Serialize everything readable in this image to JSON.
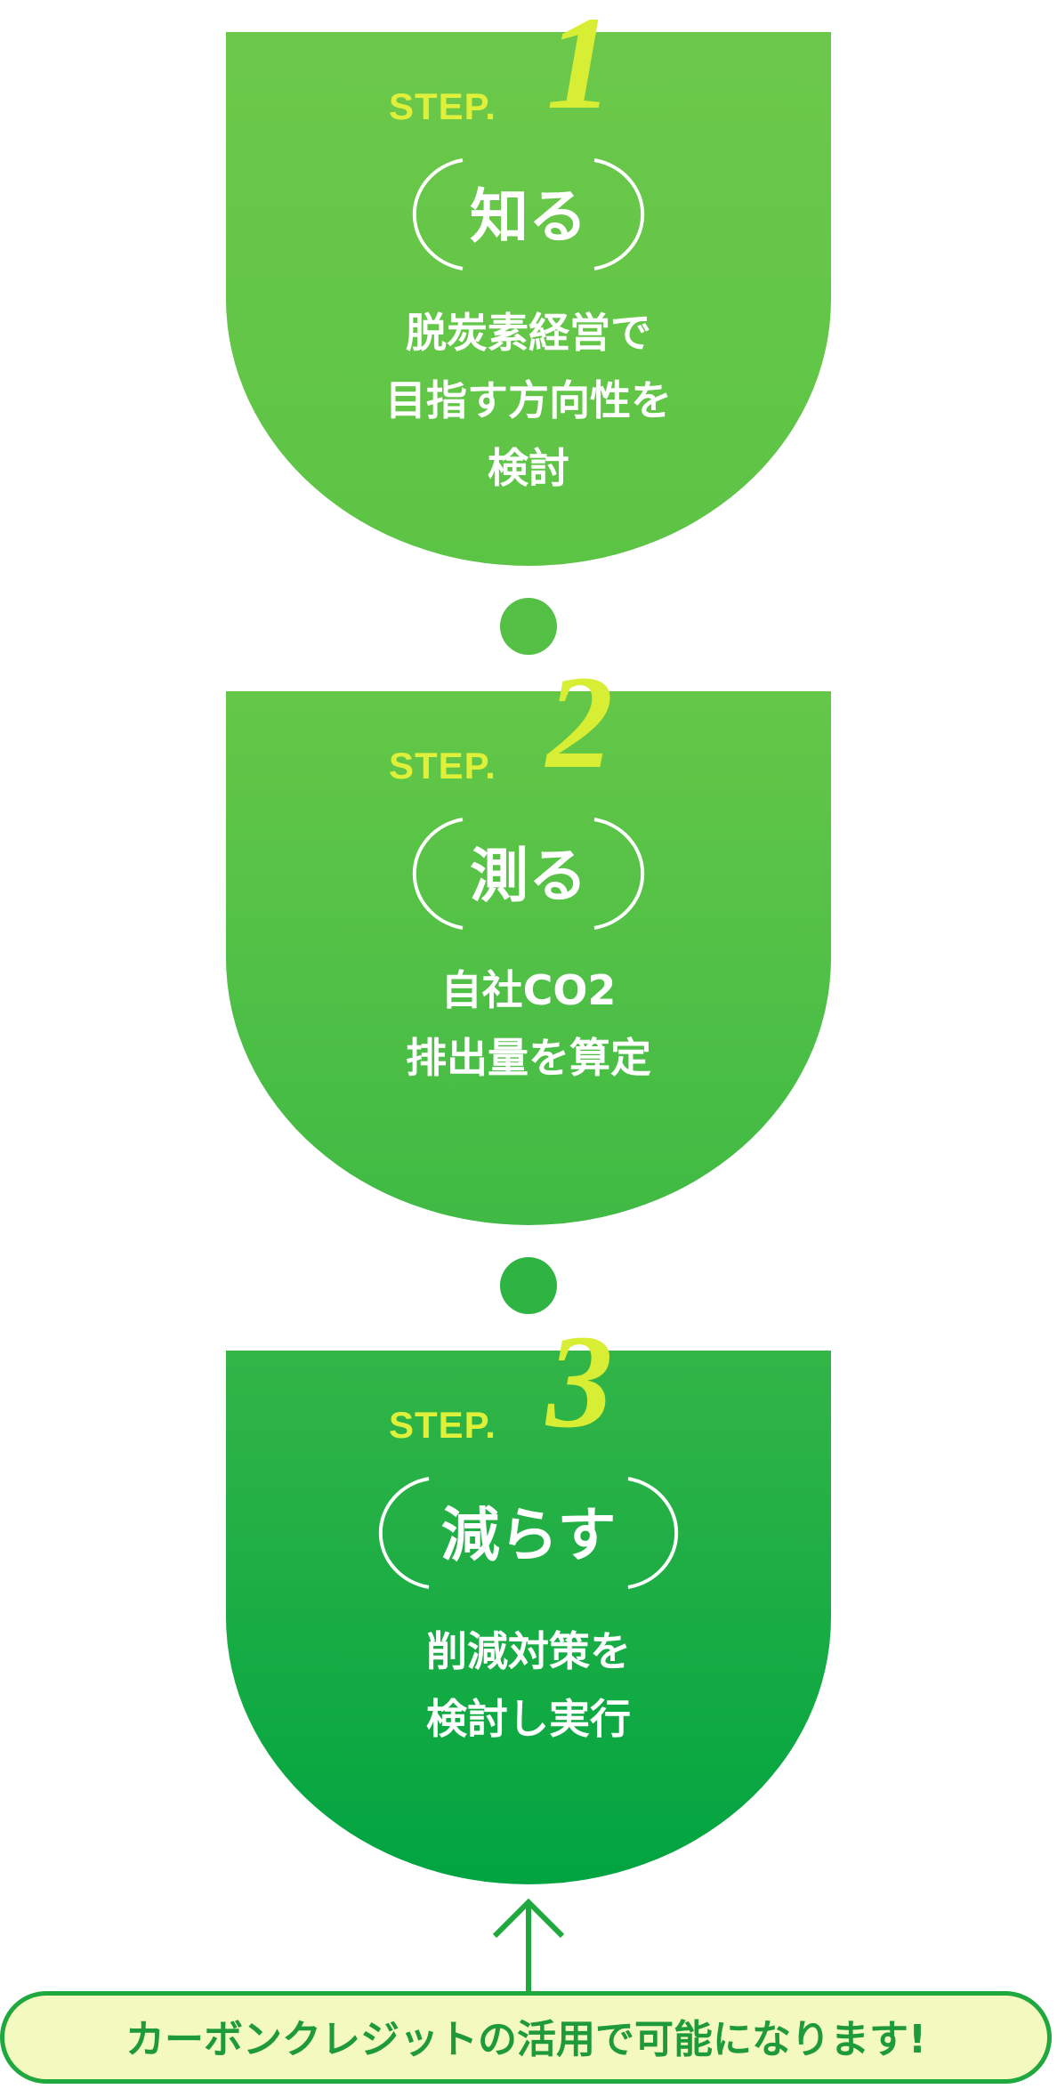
{
  "steps": [
    {
      "step_label": "STEP.",
      "number": "1",
      "verb": "知る",
      "desc_lines": [
        "脱炭素経営で",
        "目指す方向性を",
        "検討"
      ]
    },
    {
      "step_label": "STEP.",
      "number": "2",
      "verb": "測る",
      "desc_lines": [
        "自社CO2",
        "排出量を算定"
      ]
    },
    {
      "step_label": "STEP.",
      "number": "3",
      "verb": "減らす",
      "desc_lines": [
        "削減対策を",
        "検討し実行"
      ]
    }
  ],
  "note": "カーボンクレジットの活用で可能になります!",
  "colors": {
    "step_label": "#dff03a",
    "step_number": "#d8ee34",
    "note_border": "#1ea83d",
    "note_bg": "#f4f9c0",
    "note_text": "#1e9a3a"
  }
}
